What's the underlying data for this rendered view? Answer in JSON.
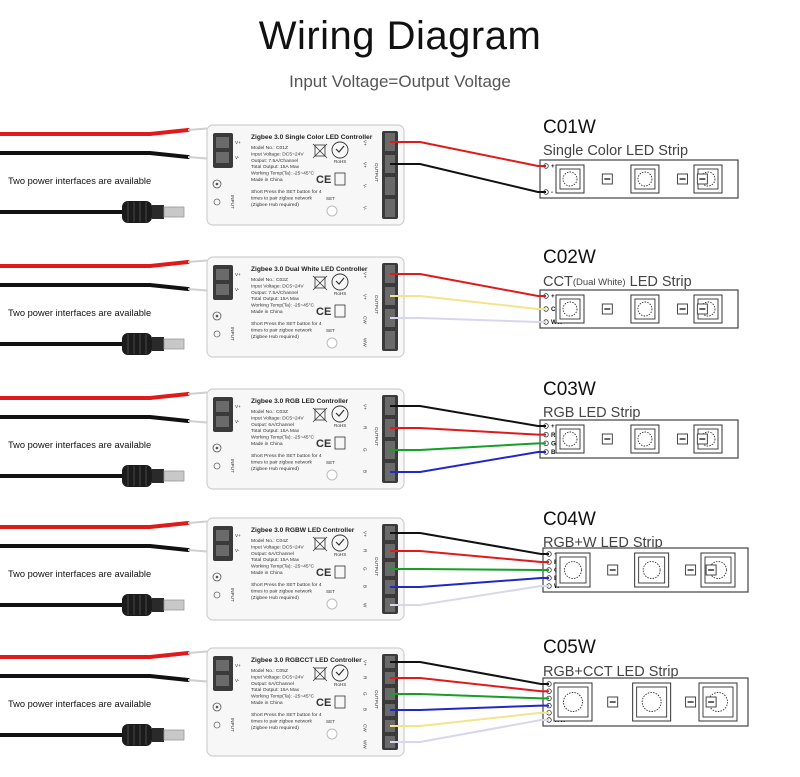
{
  "header": {
    "title": "Wiring Diagram",
    "subtitle": "Input Voltage=Output Voltage"
  },
  "colors": {
    "red_wire": "#e0191b",
    "black_wire": "#111111",
    "cw_wire": "#f3e48b",
    "ww_wire": "#d6d6f0",
    "green_wire": "#13a024",
    "blue_wire": "#2228c8",
    "white_wire": "#d8d8e8"
  },
  "common": {
    "power_label": "Two power interfaces are available",
    "input_label": "INPUT",
    "output_label": "OUTPUT",
    "set_label": "SET",
    "rohs": "RoHS",
    "ce": "CE",
    "vplus": "V+",
    "vminus": "V-"
  },
  "units": [
    {
      "model": "C01W",
      "strip": "Single Color LED Strip",
      "controller_title": "Zigbee 3.0 Single Color LED Controller",
      "specs": [
        "Model No.: C01Z",
        "Input Voltage: DC5~24V",
        "Output: 7.5A/Channel",
        "Total Output: 15A Max",
        "Working Temp(Ta): -25~45°C",
        "Made in China"
      ],
      "instructions": [
        "Short Press the SET button for 4",
        "times to pair zigbee network",
        "(Zigbee Hub required)"
      ],
      "terminals": [
        "V+",
        "V+",
        "V-",
        "V-"
      ],
      "pins": [
        "+",
        "-"
      ],
      "wires": [
        "red_wire",
        "black_wire"
      ]
    },
    {
      "model": "C02W",
      "strip_main": "CCT",
      "strip_sub": "(Dual White)",
      "strip_end": " LED Strip",
      "controller_title": "Zigbee 3.0 Dual White LED Controller",
      "specs": [
        "Model No.: C02Z",
        "Input Voltage: DC5~24V",
        "Output: 7.5A/Channel",
        "Total Output: 15A Max",
        "Working Temp(Ta): -25~45°C",
        "Made in China"
      ],
      "instructions": [
        "Short Press the SET button for 4",
        "times to pair zigbee network",
        "(Zigbee Hub required)"
      ],
      "terminals": [
        "V+",
        "V+",
        "CW",
        "WW"
      ],
      "pins": [
        "+",
        "CW",
        "WW"
      ],
      "wires": [
        "red_wire",
        "cw_wire",
        "ww_wire"
      ]
    },
    {
      "model": "C03W",
      "strip": "RGB LED Strip",
      "controller_title": "Zigbee 3.0 RGB LED Controller",
      "specs": [
        "Model No.: C03Z",
        "Input Voltage: DC5~24V",
        "Output: 6A/Channel",
        "Total Output: 15A Max",
        "Working Temp(Ta): -25~45°C",
        "Made in China"
      ],
      "instructions": [
        "Short Press the SET button for 4",
        "times to pair zigbee network",
        "(Zigbee Hub required)"
      ],
      "terminals": [
        "V+",
        "R",
        "G",
        "B"
      ],
      "pins": [
        "+",
        "R",
        "G",
        "B"
      ],
      "wires": [
        "black_wire",
        "red_wire",
        "green_wire",
        "blue_wire"
      ]
    },
    {
      "model": "C04W",
      "strip": "RGB+W LED Strip",
      "controller_title": "Zigbee 3.0 RGBW LED Controller",
      "specs": [
        "Model No.: C04Z",
        "Input Voltage: DC5~24V",
        "Output: 6A/Channel",
        "Total Output: 15A Max",
        "Working Temp(Ta): -25~45°C",
        "Made in China"
      ],
      "instructions": [
        "Short Press the SET button for 4",
        "times to pair zigbee network",
        "(Zigbee Hub required)"
      ],
      "terminals": [
        "V+",
        "R",
        "G",
        "B",
        "W"
      ],
      "pins": [
        "+",
        "R",
        "G",
        "B",
        "W"
      ],
      "wires": [
        "black_wire",
        "red_wire",
        "green_wire",
        "blue_wire",
        "white_wire"
      ]
    },
    {
      "model": "C05W",
      "strip": "RGB+CCT LED Strip",
      "controller_title": "Zigbee 3.0 RGBCCT LED Controller",
      "specs": [
        "Model No.: C05Z",
        "Input Voltage: DC5~24V",
        "Output: 6A/Channel",
        "Total Output: 15A Max",
        "Working Temp(Ta): -25~45°C",
        "Made in China"
      ],
      "instructions": [
        "Short Press the SET button for 4",
        "times to pair zigbee network",
        "(Zigbee Hub required)"
      ],
      "terminals": [
        "V+",
        "R",
        "G",
        "B",
        "CW",
        "WW"
      ],
      "pins": [
        "+",
        "R",
        "G",
        "B",
        "CW",
        "WW"
      ],
      "wires": [
        "black_wire",
        "red_wire",
        "green_wire",
        "blue_wire",
        "cw_wire",
        "ww_wire"
      ]
    }
  ]
}
